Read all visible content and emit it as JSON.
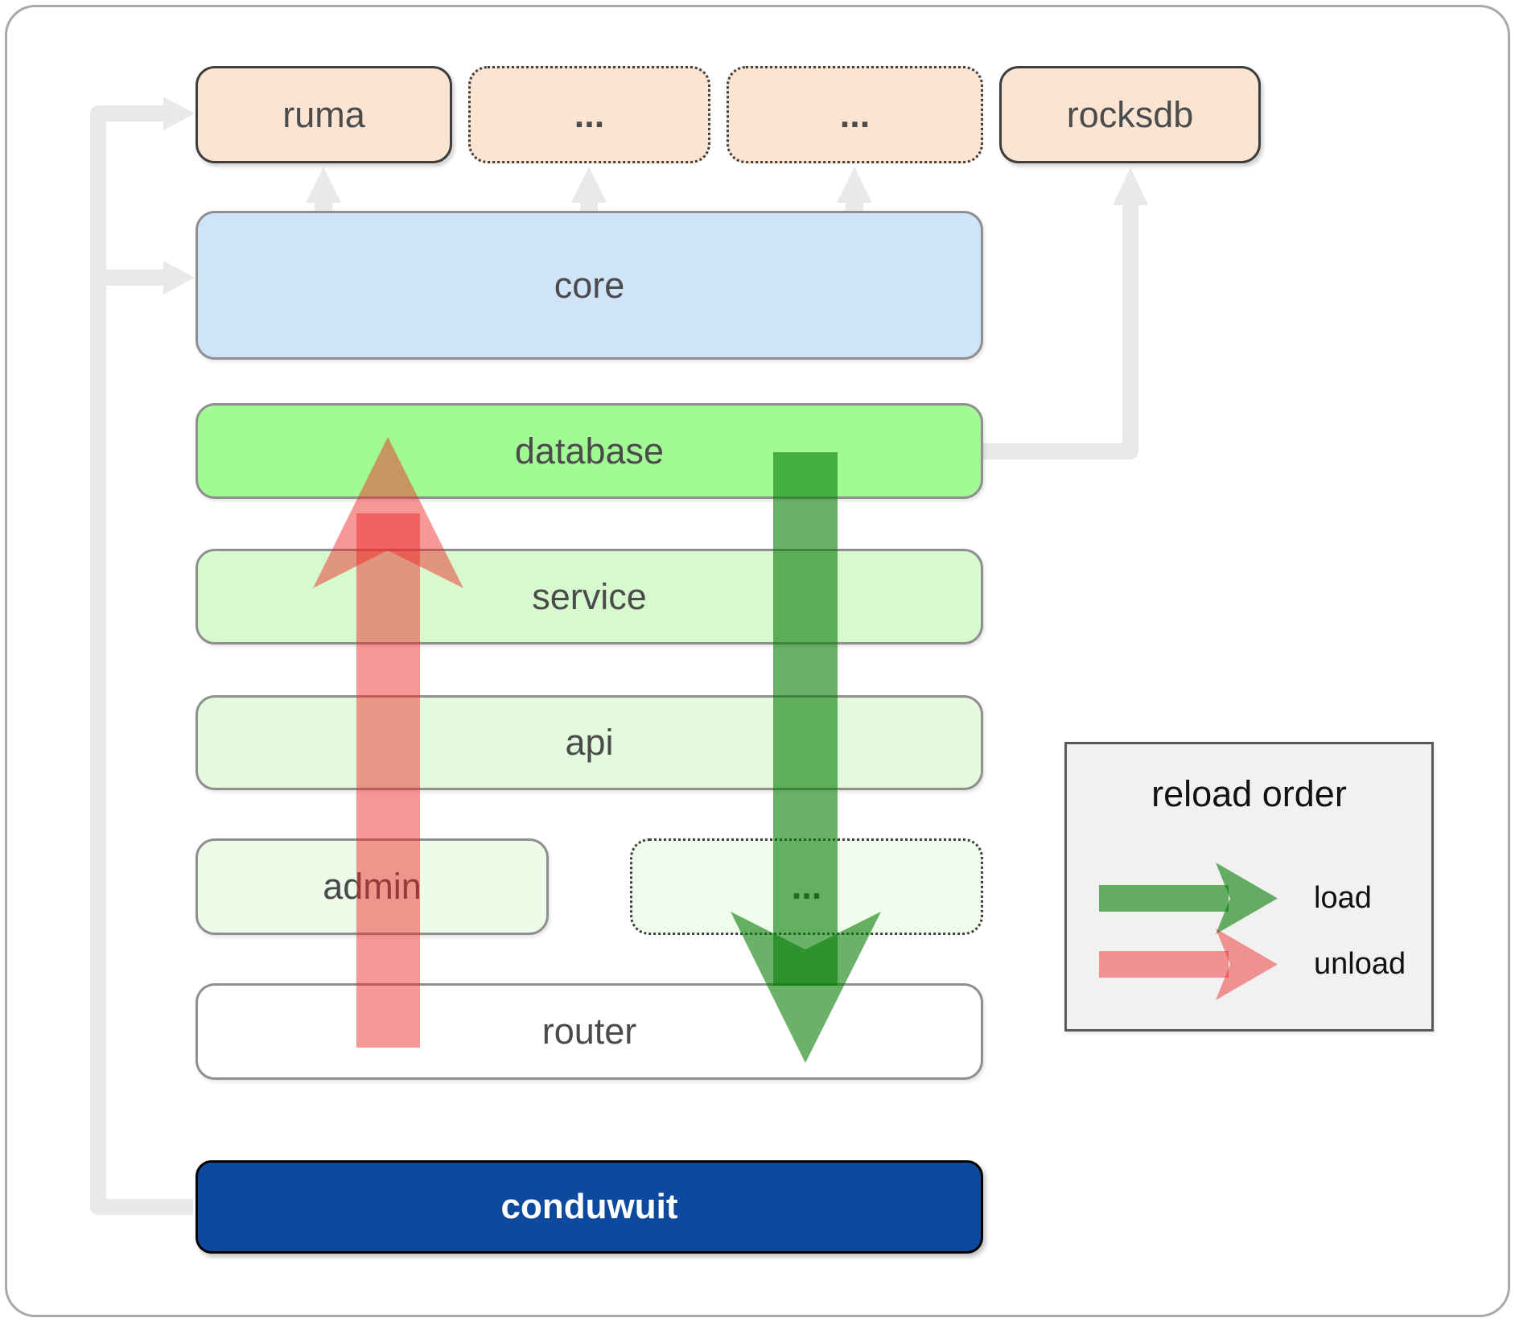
{
  "nodes": {
    "ruma": {
      "label": "ruma"
    },
    "extra_top_1": {
      "label": "..."
    },
    "extra_top_2": {
      "label": "..."
    },
    "rocksdb": {
      "label": "rocksdb"
    },
    "core": {
      "label": "core"
    },
    "database": {
      "label": "database"
    },
    "service": {
      "label": "service"
    },
    "api": {
      "label": "api"
    },
    "admin": {
      "label": "admin"
    },
    "extra_admin_row": {
      "label": "..."
    },
    "router": {
      "label": "router"
    },
    "conduwuit": {
      "label": "conduwuit"
    }
  },
  "legend": {
    "title": "reload order",
    "items": [
      {
        "label": "load",
        "color": "#067d06"
      },
      {
        "label": "unload",
        "color": "#ee2828"
      }
    ]
  },
  "colors": {
    "load_arrow": "#067d06",
    "unload_arrow": "#ee2828",
    "connector_gray": "#e9e9e9",
    "node_peach": "#fbe4d2",
    "node_blue": "#cfe3f9",
    "node_green_bright": "#a2fa94",
    "node_navy": "#0d4a9e",
    "label_gray": "#4b4b4b"
  }
}
